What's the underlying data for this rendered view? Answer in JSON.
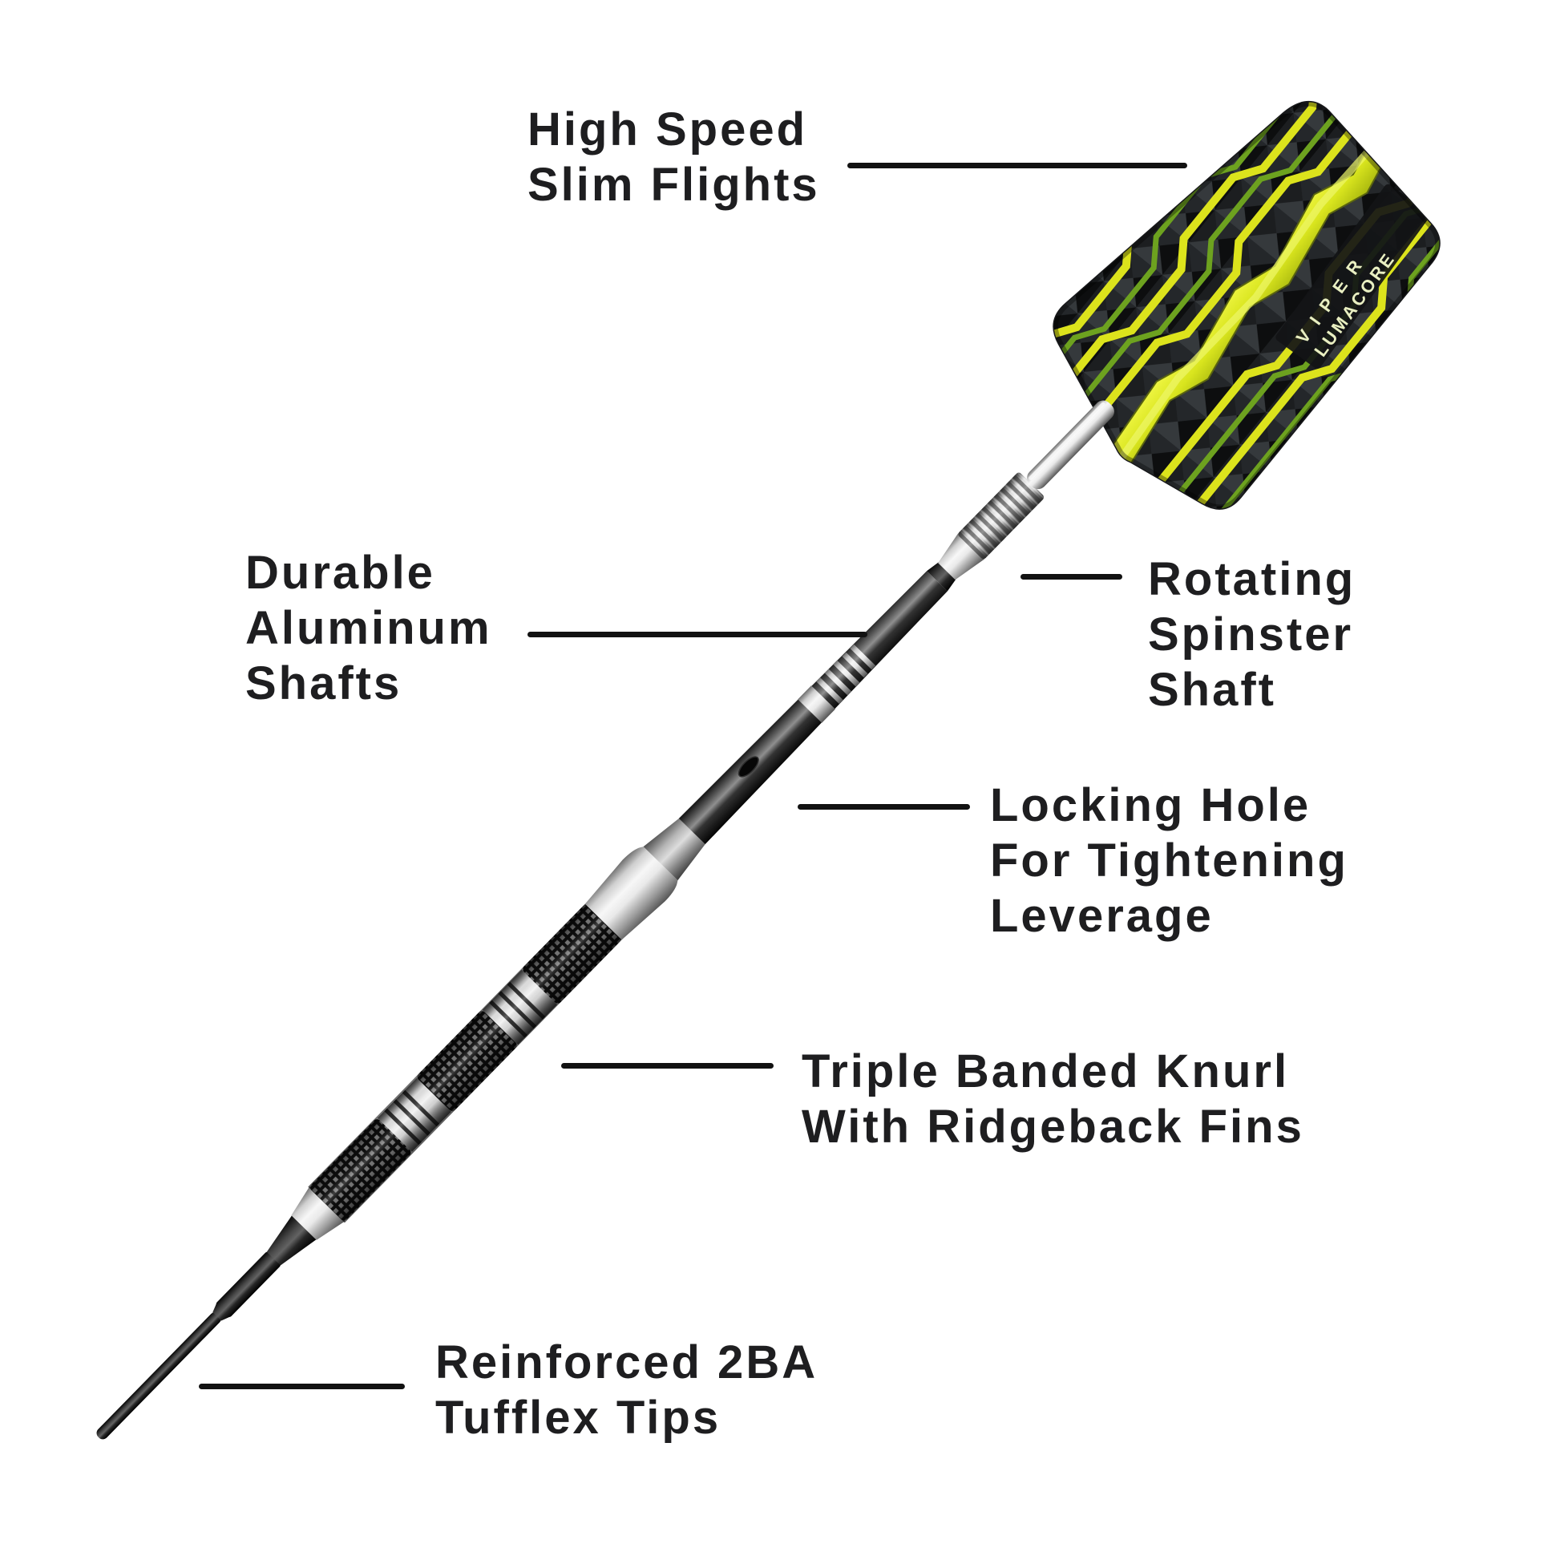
{
  "callouts": [
    {
      "id": "flights",
      "label": "High Speed\nSlim Flights"
    },
    {
      "id": "shafts",
      "label": "Durable\nAluminum\nShafts"
    },
    {
      "id": "spinster",
      "label": "Rotating\nSpinster\nShaft"
    },
    {
      "id": "locking",
      "label": "Locking Hole\nFor Tightening\nLeverage"
    },
    {
      "id": "knurl",
      "label": "Triple Banded Knurl\nWith Ridgeback Fins"
    },
    {
      "id": "tips",
      "label": "Reinforced 2BA\nTufflex Tips"
    }
  ],
  "flight_brand": {
    "line1": "VIPER",
    "line2": "LUMACORE"
  },
  "colors": {
    "background": "#ffffff",
    "label_text": "#1e1e20",
    "callout_line": "#121212",
    "flight_yellow": "#dce31c",
    "flight_green": "#6da21f",
    "flight_dark": "#232528",
    "brand_text": "#e9efc2"
  }
}
